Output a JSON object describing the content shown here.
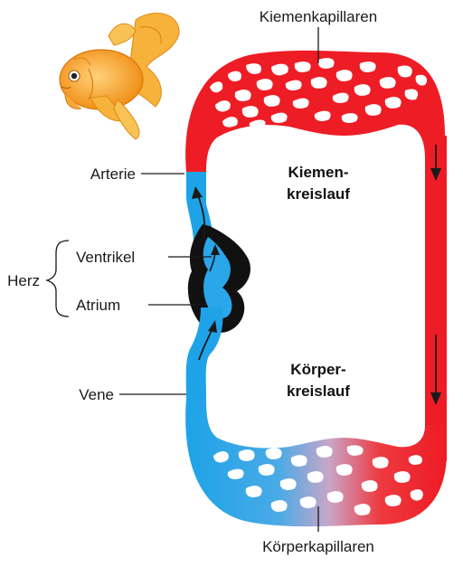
{
  "labels": {
    "gill_capillaries": "Kiemenkapillaren",
    "body_capillaries": "Körperkapillaren",
    "artery": "Arterie",
    "heart": "Herz",
    "ventricle": "Ventrikel",
    "atrium": "Atrium",
    "vein": "Vene",
    "gill_circuit_line1": "Kiemen-",
    "gill_circuit_line2": "kreislauf",
    "body_circuit_line1": "Körper-",
    "body_circuit_line2": "kreislauf"
  },
  "colors": {
    "oxygen_poor": "#1fa3e8",
    "oxygen_rich": "#ee1c25",
    "heart": "#111111",
    "fish": "#f5a623"
  },
  "icons": {
    "fish": "goldfish-illustration"
  }
}
